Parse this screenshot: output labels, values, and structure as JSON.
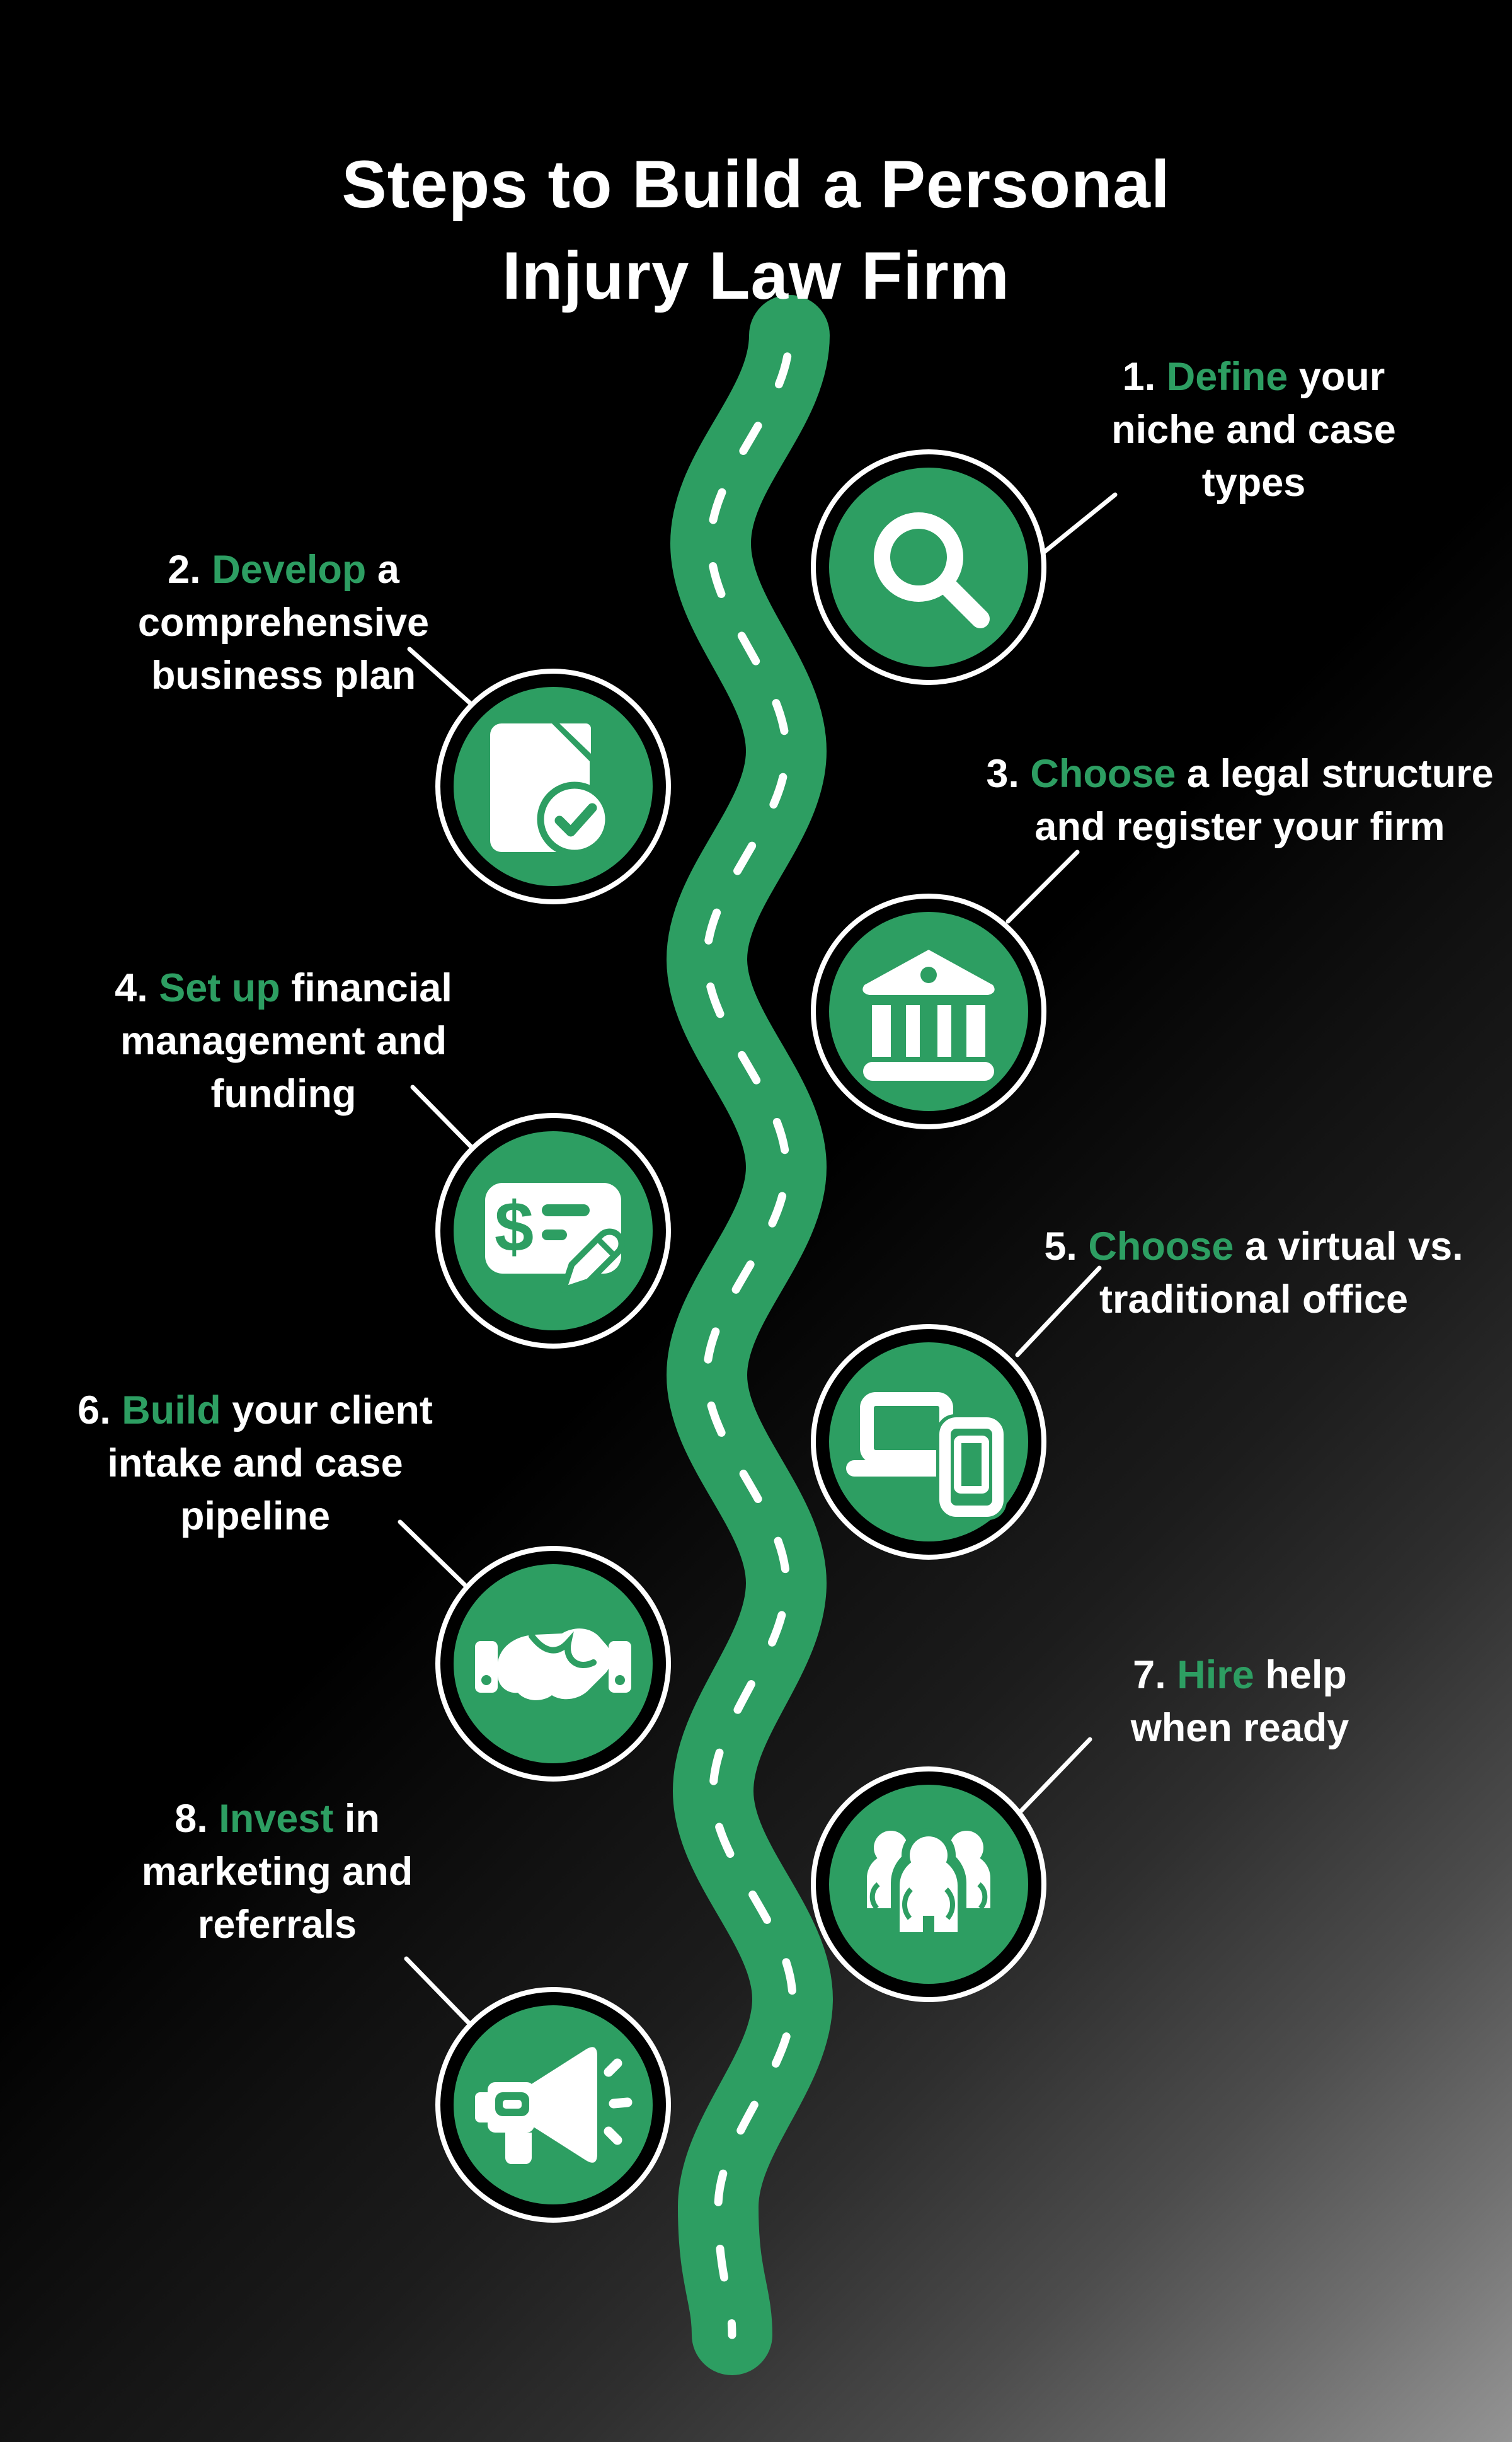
{
  "page": {
    "title": "Steps to Build a Personal Injury Law Firm"
  },
  "colors": {
    "accent_green": "#2d9e62",
    "background_black": "#000000",
    "corner_glow_gray": "#949494",
    "text_white": "#ffffff"
  },
  "road": {
    "style": "winding-road",
    "road_color": "#2d9e62",
    "dash_color": "#ffffff"
  },
  "steps": [
    {
      "number": "1.",
      "highlight": "Define",
      "rest": "your niche and case types",
      "icon": "magnifying-glass",
      "side": "right"
    },
    {
      "number": "2.",
      "highlight": "Develop",
      "rest": "a comprehensive business plan",
      "icon": "document-check",
      "side": "left"
    },
    {
      "number": "3.",
      "highlight": "Choose",
      "rest": "a legal structure and register your firm",
      "icon": "bank-building",
      "side": "right"
    },
    {
      "number": "4.",
      "highlight": "Set up",
      "rest": "financial management and funding",
      "icon": "money-check-pencil",
      "side": "left"
    },
    {
      "number": "5.",
      "highlight": "Choose",
      "rest": "a virtual vs. traditional office",
      "icon": "laptop-phone",
      "side": "right"
    },
    {
      "number": "6.",
      "highlight": "Build",
      "rest": "your client intake and case pipeline",
      "icon": "handshake",
      "side": "left"
    },
    {
      "number": "7.",
      "highlight": "Hire",
      "rest": "help when ready",
      "icon": "team",
      "side": "right"
    },
    {
      "number": "8.",
      "highlight": "Invest",
      "rest": "in marketing and referrals",
      "icon": "megaphone",
      "side": "left"
    }
  ]
}
